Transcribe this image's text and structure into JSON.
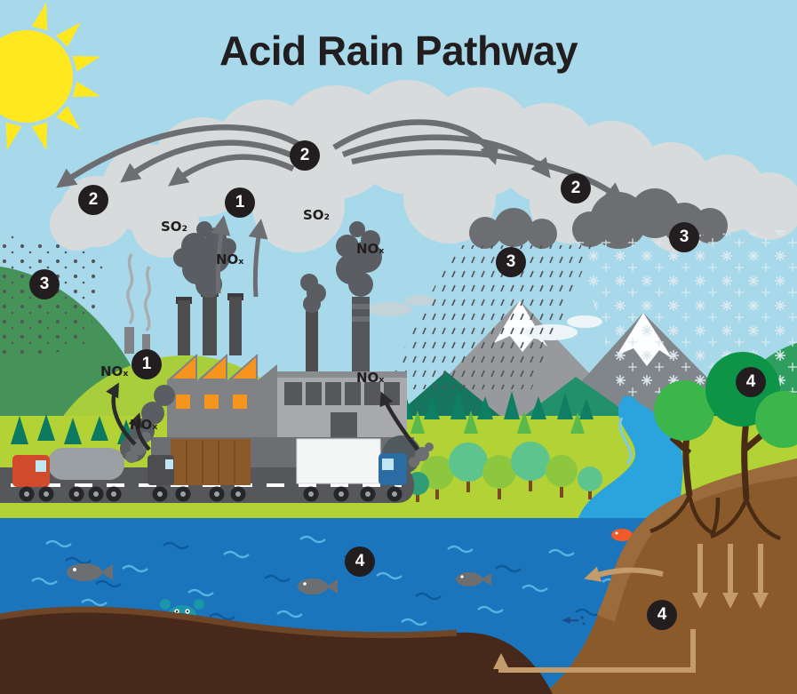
{
  "title": "Acid Rain Pathway",
  "badges": [
    {
      "label": "2"
    },
    {
      "label": "2"
    },
    {
      "label": "2"
    },
    {
      "label": "1"
    },
    {
      "label": "3"
    },
    {
      "label": "3"
    },
    {
      "label": "3"
    },
    {
      "label": "1"
    },
    {
      "label": "4"
    },
    {
      "label": "4"
    },
    {
      "label": "4"
    }
  ],
  "chem_labels": [
    {
      "text": "SO₂"
    },
    {
      "text": "SO₂"
    },
    {
      "text": "NOₓ"
    },
    {
      "text": "NOₓ"
    },
    {
      "text": "NOₓ"
    },
    {
      "text": "NOₓ"
    },
    {
      "text": "NOₓ"
    }
  ],
  "palette": {
    "sky": "#a7d9eb",
    "sun": "#ffe820",
    "cloud_light": "#d8dbdc",
    "cloud_dark": "#6d6e71",
    "smoke": "#5a5e62",
    "grass": "#b2d235",
    "hill_green": "#46935a",
    "mountain_gray": "#97999c",
    "foothill_teal": "#16755f",
    "river_blue": "#2ba3dc",
    "water_blue": "#1b75bc",
    "soil_light": "#8a5a2b",
    "soil_dark": "#46291a",
    "arrow_gray": "#6d6e71",
    "arrow_black": "#2b2b2b",
    "arrow_tan": "#c49b6b",
    "badge_bg": "#221e1f",
    "badge_text": "#ffffff",
    "factory_orange": "#f7941d",
    "fish_orange": "#f15a29"
  }
}
